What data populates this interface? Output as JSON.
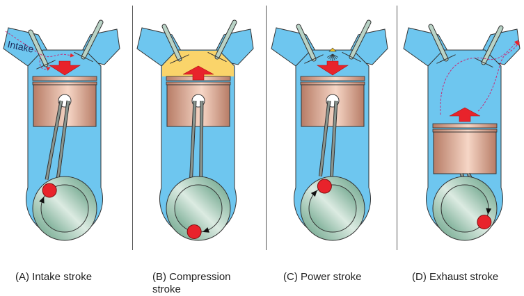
{
  "title": "Four-stroke engine cycle",
  "colors": {
    "cylinder": "#6ec6ef",
    "outline": "#333333",
    "piston_light": "#f6d6c6",
    "piston_dark": "#b77c66",
    "crank_light": "#dcebe2",
    "crank_dark": "#5f9c80",
    "valve": "#b9d3c6",
    "arrow": "#e8232b",
    "crankpin": "#e8232b",
    "compressed_gas": "#fad46a",
    "flow_path": "#c2307a",
    "spark": "#f0c020",
    "divider": "#555555"
  },
  "panels": [
    {
      "id": "A",
      "caption": "(A) Intake stroke",
      "flow_label": "Intake",
      "piston_position": "mid",
      "arrow": "down",
      "chamber": "air",
      "crank_angle_deg": -40,
      "intake_valve": "open",
      "exhaust_valve": "closed",
      "flow": "intake"
    },
    {
      "id": "B",
      "caption": "(B) Compression stroke",
      "piston_position": "mid",
      "arrow": "up",
      "chamber": "compressed",
      "crank_angle_deg": 190,
      "intake_valve": "closed",
      "exhaust_valve": "closed",
      "flow": "none"
    },
    {
      "id": "C",
      "caption": "(C) Power stroke",
      "piston_position": "mid",
      "arrow": "down",
      "chamber": "ignition",
      "crank_angle_deg": -20,
      "intake_valve": "closed",
      "exhaust_valve": "closed",
      "flow": "none"
    },
    {
      "id": "D",
      "caption": "(D) Exhaust stroke",
      "piston_position": "low",
      "arrow": "up",
      "chamber": "air",
      "crank_angle_deg": 125,
      "intake_valve": "closed",
      "exhaust_valve": "open",
      "flow": "exhaust"
    }
  ]
}
